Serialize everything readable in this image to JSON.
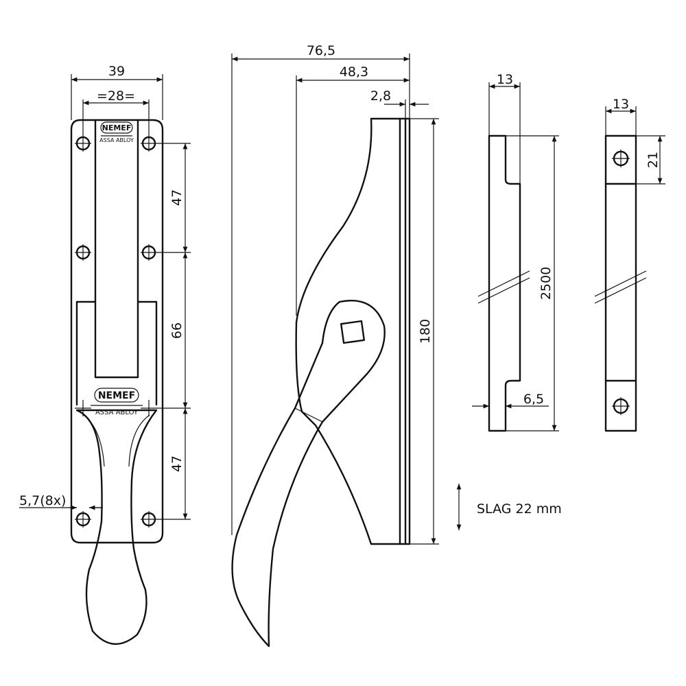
{
  "dimensions": {
    "plate_width": "39",
    "hole_spacing": "=28=",
    "overall_depth": "76,5",
    "body_depth": "48,3",
    "plate_thickness": "2,8",
    "height": "180",
    "pitch_top": "47",
    "pitch_mid": "66",
    "pitch_bottom": "47",
    "hole_diameter": "5,7(8x)",
    "rod_width_a": "13",
    "rod_width_b": "13",
    "rod_length": "2500",
    "rod_offset": "6,5",
    "guide_end": "21"
  },
  "stroke_note": "SLAG 22 mm",
  "brand": {
    "logo_top": "NEMEF",
    "logo_top_sub": "ASSA ABLOY",
    "logo_mid": "NEMEF",
    "logo_mid_sub": "ASSA ABLOY"
  }
}
